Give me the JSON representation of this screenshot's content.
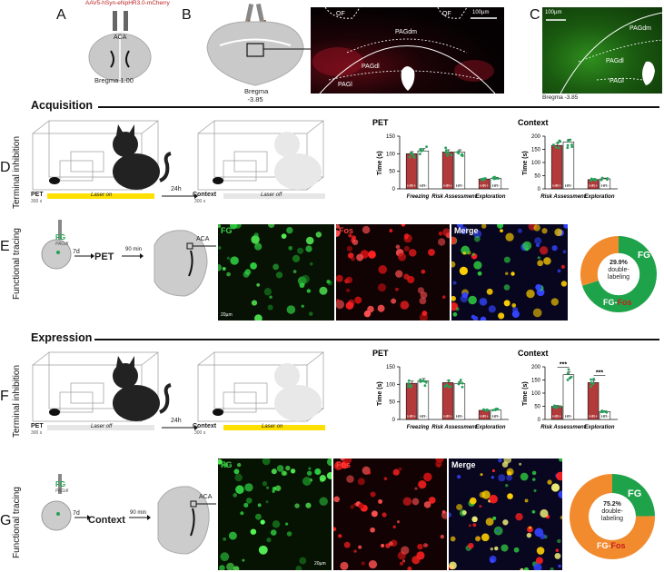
{
  "panels": {
    "A": {
      "letter": "A",
      "virus": "AAV5-hSyn-eNpHR3.0-mCherry",
      "aca": "ACA",
      "bregma": "Bregma 1.00"
    },
    "B": {
      "letter": "B",
      "bregma_line1": "Bregma",
      "bregma_line2": "-3.85",
      "of_left": "OF",
      "of_right": "OF",
      "pagdm": "PAGdm",
      "pagdl": "PAGdl",
      "pagl": "PAGl",
      "scale": "100µm"
    },
    "C": {
      "letter": "C",
      "scale": "100µm",
      "pagdm": "PAGdm",
      "pagdl": "PAGdl",
      "pagl": "PAGl",
      "bregma": "Bregma -3.85"
    },
    "D": {
      "letter": "D",
      "side": "Terminal inhibition",
      "pet": "PET",
      "pet_time": "300 s",
      "laser": "Laser on",
      "gap": "24h",
      "context": "Context",
      "ctx_time": "300 s",
      "laser2": "Laser off"
    },
    "E": {
      "letter": "E",
      "side": "Functional tracing",
      "fg": "FG",
      "fg_sub": "PAGdl",
      "days": "7d",
      "test": "PET",
      "min": "90 min",
      "aca": "ACA",
      "ch_fg": "FG",
      "ch_fos": "Fos",
      "ch_merge": "Merge",
      "scale": "20µm",
      "donut_pct": "29.9%",
      "donut_l1": "double-",
      "donut_l2": "labeling",
      "donut_fg": "FG",
      "donut_fgfos_a": "FG-",
      "donut_fgfos_b": "Fos"
    },
    "F": {
      "letter": "F",
      "side": "Terminal inhibition",
      "pet": "PET",
      "pet_time": "300 s",
      "laser": "Laser off",
      "gap": "24h",
      "context": "Context",
      "ctx_time": "300 s",
      "laser2": "Laser on"
    },
    "G": {
      "letter": "G",
      "side": "Functional tracing",
      "fg": "FG",
      "fg_sub": "PAGdl",
      "days": "7d",
      "test": "Context",
      "min": "90 min",
      "aca": "ACA",
      "ch_fg": "FG",
      "ch_fos": "Fos",
      "ch_merge": "Merge",
      "scale": "20µm",
      "donut_pct": "75.2%",
      "donut_l1": "double-",
      "donut_l2": "labeling",
      "donut_fg": "FG",
      "donut_fgfos_a": "FG-",
      "donut_fgfos_b": "Fos"
    }
  },
  "sections": {
    "acq": "Acquisition",
    "exp": "Expression"
  },
  "colors": {
    "hr_plus": "#b33a3a",
    "hr_minus": "#ffffff",
    "dots": "#27a05a",
    "fg_green": "#1fa34a",
    "fos_orange": "#f28a2e",
    "laser": "#ffe000",
    "laser_off": "#e6e6e6"
  },
  "legend": {
    "hr_plus": "HR+",
    "hr_minus": "HR-"
  },
  "chart_data": [
    {
      "id": "D-PET",
      "type": "bar",
      "title": "PET",
      "ylabel": "Time (s)",
      "ylim": [
        0,
        150
      ],
      "yticks": [
        0,
        50,
        100,
        150
      ],
      "categories": [
        "Freezing",
        "Risk Assessment",
        "Exploration"
      ],
      "series": [
        {
          "name": "HR+",
          "values": [
            100,
            105,
            28
          ]
        },
        {
          "name": "HR-",
          "values": [
            108,
            105,
            30
          ]
        }
      ]
    },
    {
      "id": "D-Context",
      "type": "bar",
      "title": "Context",
      "ylabel": "Time (s)",
      "ylim": [
        0,
        200
      ],
      "yticks": [
        0,
        50,
        100,
        150,
        200
      ],
      "categories": [
        "Risk Assessment",
        "Exploration"
      ],
      "series": [
        {
          "name": "HR+",
          "values": [
            165,
            35
          ]
        },
        {
          "name": "HR-",
          "values": [
            178,
            38
          ]
        }
      ]
    },
    {
      "id": "F-PET",
      "type": "bar",
      "title": "PET",
      "ylabel": "Time (s)",
      "ylim": [
        0,
        150
      ],
      "yticks": [
        0,
        50,
        100,
        150
      ],
      "categories": [
        "Freezing",
        "Risk Assessment",
        "Exploration"
      ],
      "series": [
        {
          "name": "HR+",
          "values": [
            103,
            105,
            26
          ]
        },
        {
          "name": "HR-",
          "values": [
            110,
            102,
            27
          ]
        }
      ]
    },
    {
      "id": "F-Context",
      "type": "bar",
      "title": "Context",
      "ylabel": "Time (s)",
      "ylim": [
        0,
        200
      ],
      "yticks": [
        0,
        50,
        100,
        150,
        200
      ],
      "categories": [
        "Risk Assessment",
        "Exploration"
      ],
      "sig": [
        "***",
        "***"
      ],
      "series": [
        {
          "name": "HR+",
          "values": [
            50,
            140
          ]
        },
        {
          "name": "HR-",
          "values": [
            170,
            30
          ]
        }
      ]
    },
    {
      "id": "E-donut",
      "type": "pie",
      "values": [
        70.1,
        29.9
      ],
      "labels": [
        "FG",
        "FG-Fos"
      ]
    },
    {
      "id": "G-donut",
      "type": "pie",
      "values": [
        24.8,
        75.2
      ],
      "labels": [
        "FG",
        "FG-Fos"
      ]
    }
  ]
}
